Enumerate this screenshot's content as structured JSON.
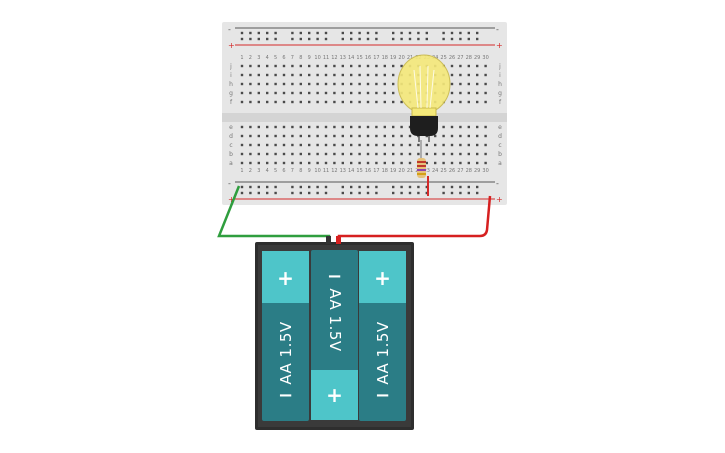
{
  "colors": {
    "breadboard": "#e6e6e6",
    "rail_red": "#d42a2a",
    "rail_blue": "#2a4fb0",
    "hole": "#4a4a4a",
    "wire_green": "#2f9e3e",
    "wire_red": "#d62020",
    "battery_teal": "#2b7d86",
    "battery_cap": "#4ec5c9",
    "holder": "#2e2e2e",
    "bulb_glass": "#f5e97a",
    "bulb_base": "#1e1e1e"
  },
  "breadboard": {
    "rail_plus": "+",
    "rail_minus": "-",
    "row_letters_top": [
      "j",
      "i",
      "h",
      "g",
      "f"
    ],
    "row_letters_bottom": [
      "e",
      "d",
      "c",
      "b",
      "a"
    ],
    "column_count": 30
  },
  "components": {
    "bulb": {
      "icon": "light-bulb-icon",
      "state": "on"
    },
    "resistor": {
      "icon": "resistor-icon"
    },
    "battery_pack": {
      "batteries": [
        {
          "label": "AA 1.5V",
          "top_sign": "+",
          "bottom_sign": "−"
        },
        {
          "label": "AA 1.5V",
          "top_sign": "−",
          "bottom_sign": "+"
        },
        {
          "label": "AA 1.5V",
          "top_sign": "+",
          "bottom_sign": "−"
        }
      ]
    }
  }
}
